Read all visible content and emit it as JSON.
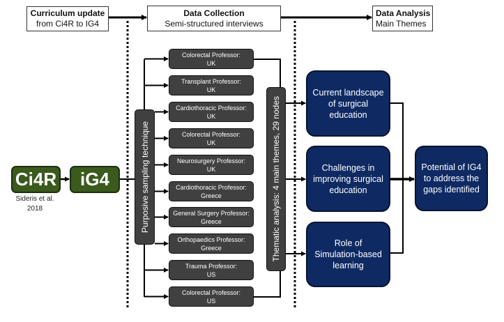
{
  "header": {
    "curriculum": {
      "title": "Curriculum update",
      "subtitle": "from Ci4R to IG4"
    },
    "collection": {
      "title": "Data Collection",
      "subtitle": "Semi-structured interviews"
    },
    "analysis": {
      "title": "Data Analysis",
      "subtitle": "Main Themes"
    }
  },
  "curriculum_nodes": {
    "ci4r": "Ci4R",
    "ig4": "iG4",
    "citation_line1": "Sideris et al.",
    "citation_line2": "2018"
  },
  "sampling": {
    "label": "Purposive sampling technique"
  },
  "interviewees": [
    {
      "role": "Colorectal Professor:",
      "country": "UK"
    },
    {
      "role": "Transplant Professor:",
      "country": "UK"
    },
    {
      "role": "Cardiothoracic Professor:",
      "country": "UK"
    },
    {
      "role": "Colorectal Professor:",
      "country": "UK"
    },
    {
      "role": "Neurosurgery Professor:",
      "country": "UK"
    },
    {
      "role": "Cardiothoracic Professor:",
      "country": "Greece"
    },
    {
      "role": "General Surgery Professor:",
      "country": "Greece"
    },
    {
      "role": "Orthopaedics Professor:",
      "country": "Greece"
    },
    {
      "role": "Trauma Professor:",
      "country": "US"
    },
    {
      "role": "Colorectal Professor:",
      "country": "US"
    }
  ],
  "thematic": {
    "label": "Thematic analysis: 4 main themes, 29 nodes"
  },
  "themes": [
    "Current landscape of surgical education",
    "Challenges in improving surgical education",
    "Role of Simulation-based learning"
  ],
  "outcome": "Potential of IG4 to address the gaps identified",
  "colors": {
    "green": "#3a5a1e",
    "navy": "#0f2a63",
    "dark_gray": "#404040"
  }
}
